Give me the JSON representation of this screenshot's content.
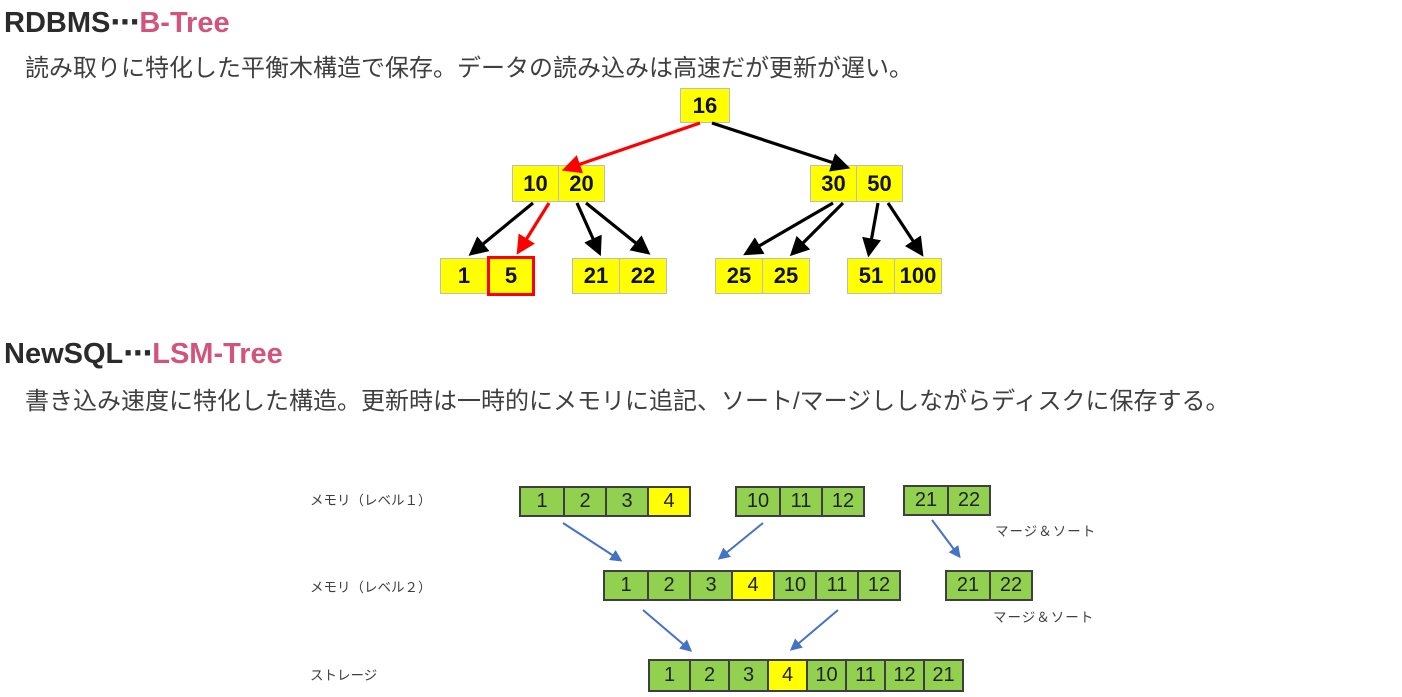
{
  "colors": {
    "highlight_pink": "#d0547c",
    "node_yellow": "#ffff00",
    "cell_green": "#92d050",
    "arrow_blue": "#4472c4",
    "search_path_red": "#ff0000"
  },
  "sections": {
    "btree": {
      "title_prefix": "RDBMS⋯",
      "title_highlight": "B-Tree",
      "description": "読み取りに特化した平衡木構造で保存。データの読み込みは高速だが更新が遅い。",
      "nodes": {
        "root": [
          "16"
        ],
        "internal": [
          [
            "10",
            "20"
          ],
          [
            "30",
            "50"
          ]
        ],
        "leaves": [
          [
            "1",
            "5"
          ],
          [
            "21",
            "22"
          ],
          [
            "25",
            "25"
          ],
          [
            "51",
            "100"
          ]
        ]
      },
      "highlighted_leaf_value": "5"
    },
    "lsm": {
      "title_prefix": "NewSQL⋯",
      "title_highlight": "LSM-Tree",
      "description": "書き込み速度に特化した構造。更新時は一時的にメモリに追記、ソート/マージししながらディスクに保存する。",
      "highlight_value": "4",
      "merge_sort_label": "マージ＆ソート",
      "rows": [
        {
          "label": "メモリ（レベル１）",
          "arrays": [
            [
              "1",
              "2",
              "3",
              "4"
            ],
            [
              "10",
              "11",
              "12"
            ],
            [
              "21",
              "22"
            ]
          ]
        },
        {
          "label": "メモリ（レベル２）",
          "arrays": [
            [
              "1",
              "2",
              "3",
              "4",
              "10",
              "11",
              "12"
            ],
            [
              "21",
              "22"
            ]
          ]
        },
        {
          "label": "ストレージ",
          "arrays": [
            [
              "1",
              "2",
              "3",
              "4",
              "10",
              "11",
              "12",
              "21"
            ]
          ]
        }
      ]
    }
  }
}
